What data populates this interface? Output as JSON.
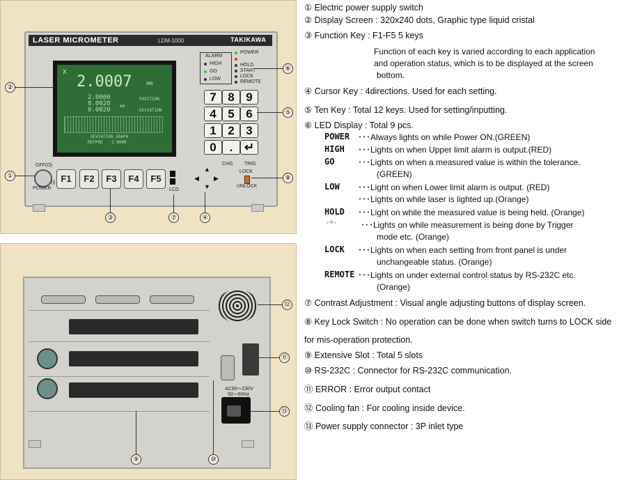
{
  "front_panel": {
    "title": "LASER MICROMETER",
    "model": "LDM-1000",
    "maker": "TAKIKAWA",
    "lcd": {
      "axis": "X",
      "reading": "2.0007",
      "unit": "mm",
      "val1": "2.0000",
      "val2": "0.0020",
      "val3": "0.0020",
      "unit2": "mm",
      "label_position": "POSITION",
      "label_deviation": "DEVIATION",
      "graph_label": "DEVIATION GRAPH",
      "ref_label": "REFPRE",
      "ref_value": "2.0000"
    },
    "function_keys": [
      "F1",
      "F2",
      "F3",
      "F4",
      "F5"
    ],
    "ten_keys": [
      "7",
      "8",
      "9",
      "4",
      "5",
      "6",
      "1",
      "2",
      "3",
      "0",
      "."
    ],
    "enter_key": "↵",
    "led_labels": [
      "ALARM",
      "HIGH",
      "GO",
      "LOW",
      "POWER",
      "HOLD",
      "START",
      "LOCK",
      "REMOTE"
    ],
    "switch_off": "OFF(O)",
    "switch_power": "POWER",
    "switch_on": "(I)",
    "chg": "CHG",
    "trig": "TRIG",
    "lock": "LOCK",
    "unlock": "UNLOCK",
    "lcd_label": "LCD"
  },
  "rear_panel": {
    "rating_1": "AC90～230V",
    "rating_2": "50～60Hz"
  },
  "callouts": [
    "①",
    "②",
    "③",
    "④",
    "⑤",
    "⑥",
    "⑦",
    "⑧",
    "⑨",
    "⑩",
    "⑪",
    "⑫",
    "⑬"
  ],
  "descriptions": {
    "d1": "① Electric power supply switch",
    "d2": "② Display Screen : 320x240 dots, Graphic type liquid cristal",
    "d3": "③ Function Key : F1-F5  5 keys",
    "d3_detail_1": "Function of each key is varied according to each application",
    "d3_detail_2": "and operation status, which is to be displayed at the screen",
    "d3_detail_3": "bottom.",
    "d4": "④ Cursor Key : 4directions. Used for each setting.",
    "d5": "⑤ Ten Key : Total 12 keys. Used for setting/inputting.",
    "d6": "⑥ LED Display : Total 9 pcs.",
    "led_items": [
      {
        "code": "POWER",
        "text": "･･･Always lights on while Power ON.(GREEN)"
      },
      {
        "code": "HIGH",
        "text": "･･･Lights on when Upper limit alarm is output.(RED)"
      },
      {
        "code": "GO",
        "text": "･･･Lights on when a measured value is within the tolerance.",
        "text2": "(GREEN)"
      },
      {
        "code": "LOW",
        "text": "･･･Light on when Lower limit alarm is output. (RED)",
        "text2": "･･･Lights on while laser is lighted up.(Orange)"
      },
      {
        "code": "HOLD",
        "text": "･･･Light on while the measured value is being held. (Orange)"
      },
      {
        "code": "-☼-",
        "text": "･･･Lights on while measurement is being done by Trigger",
        "text2": "mode etc. (Orange)"
      },
      {
        "code": "LOCK",
        "text": "･･･Lights on when each setting from front panel is under",
        "text2": "unchangeable status. (Orange)"
      },
      {
        "code": "REMOTE",
        "text": "･･･Lights on under external control status by RS-232C etc.",
        "text2": "(Orange)"
      }
    ],
    "d7": "⑦ Contrast Adjustment : Visual angle adjusting buttons of display screen.",
    "d8": "⑧ Key Lock Switch : No operation can be done when switch turns to LOCK side",
    "d8_cont": "for mis-operation protection.",
    "d9": "⑨ Extensive Slot : Total 5 slots",
    "d10": "⑩ RS-232C : Connector for RS-232C communication.",
    "d11": "⑪ ERROR : Error output contact",
    "d12": "⑫ Cooling fan : For cooling inside device.",
    "d13": "⑬ Power supply connector : 3P inlet type"
  }
}
